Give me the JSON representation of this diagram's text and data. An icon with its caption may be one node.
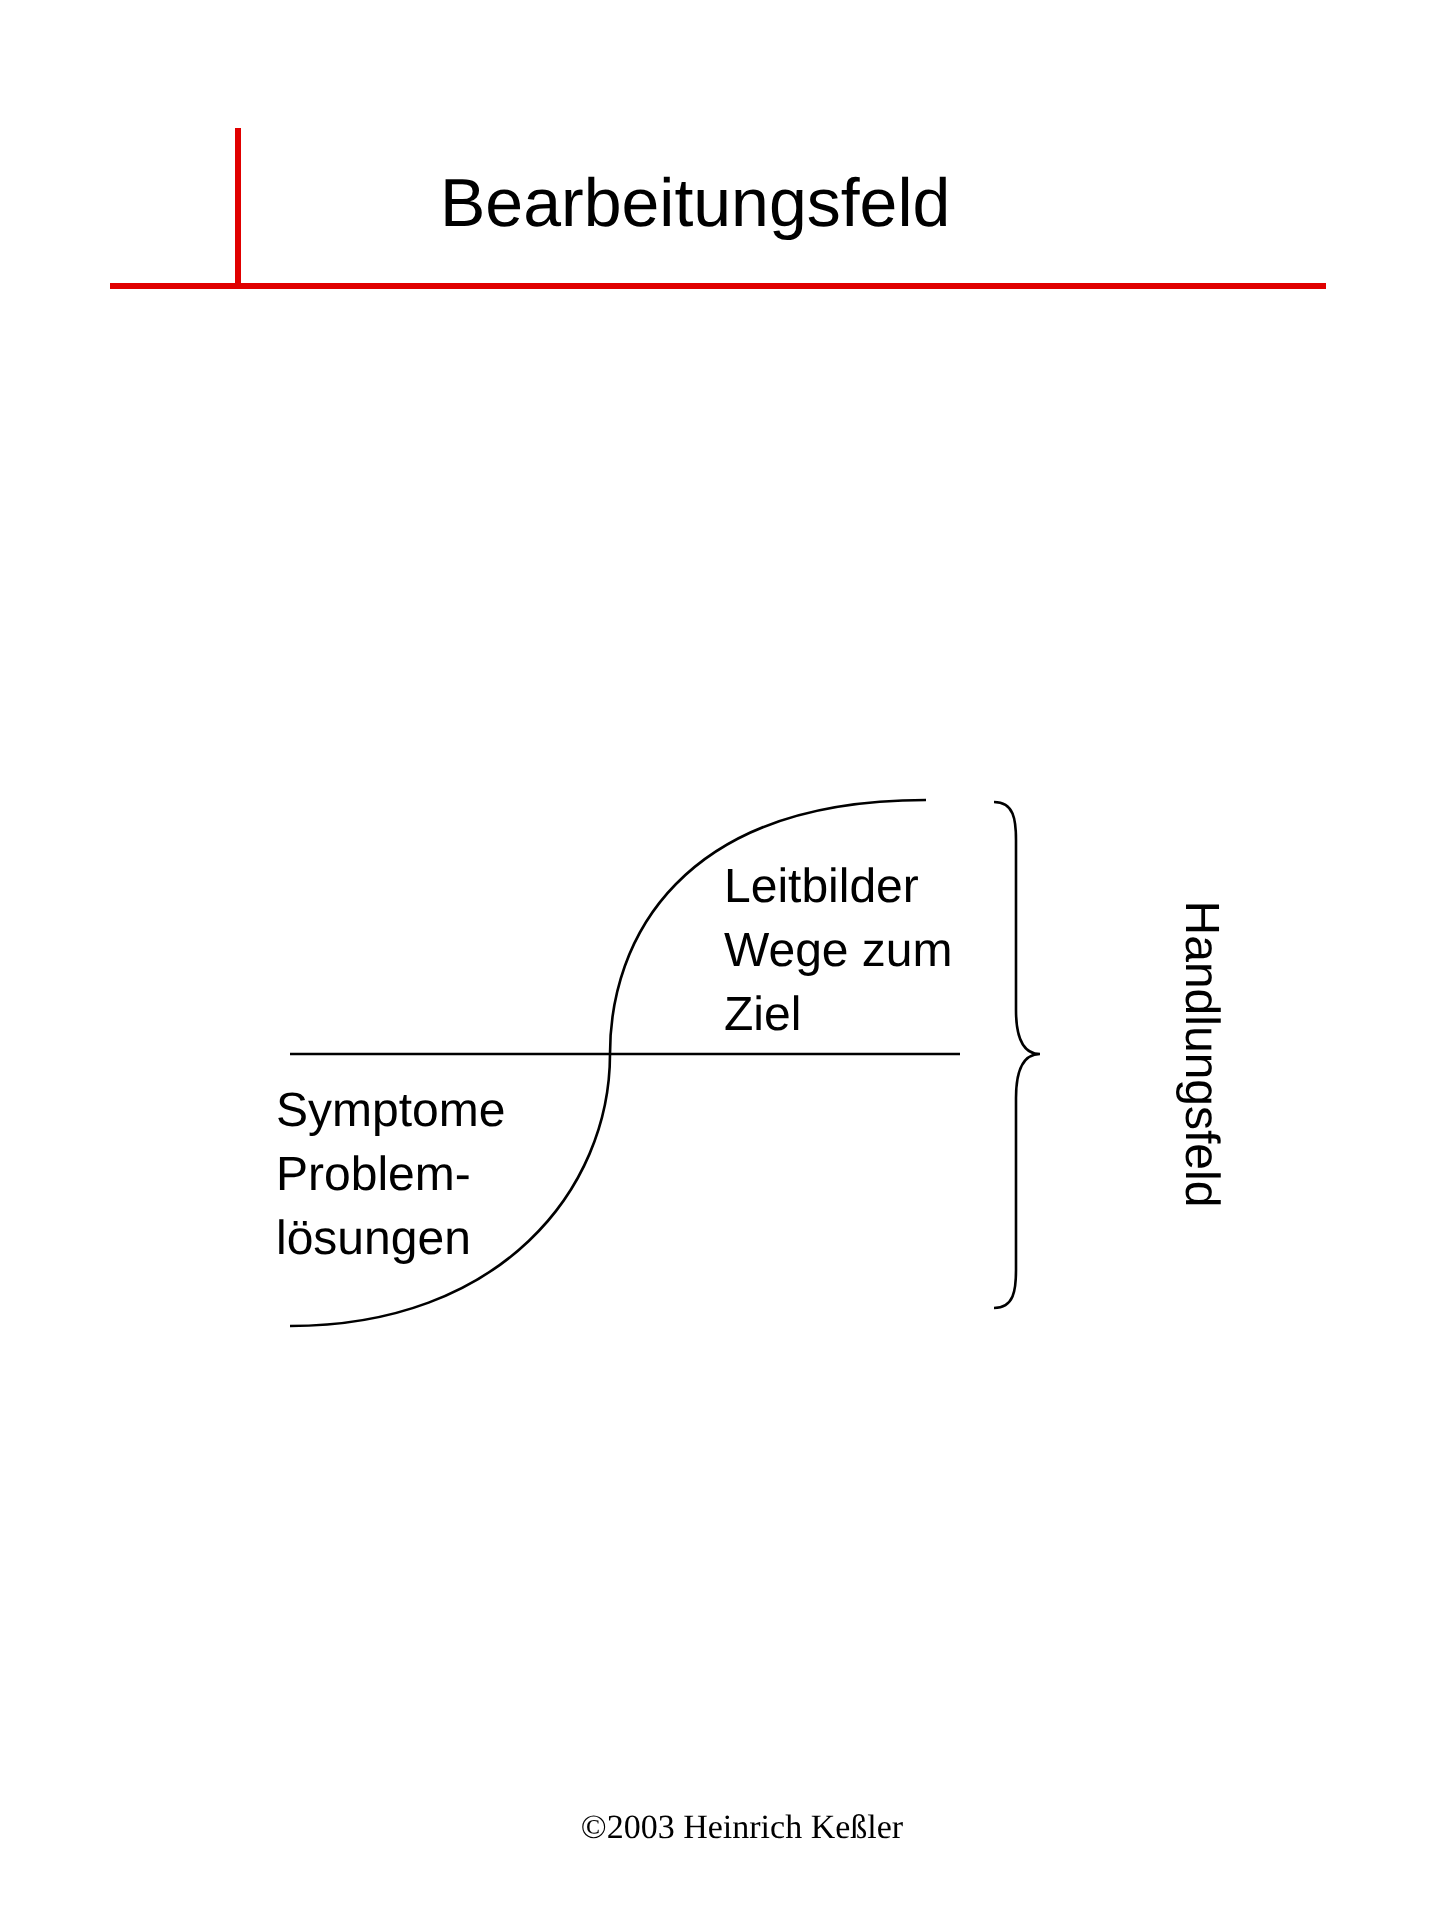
{
  "diagram": {
    "title": "Bearbeitungsfeld",
    "labels": [
      "Leitbilder Wege zum Ziel",
      "Symptome Problem- lösungen",
      "Handlungsfeld"
    ],
    "caption": "©2003 Heinrich Keßler"
  }
}
